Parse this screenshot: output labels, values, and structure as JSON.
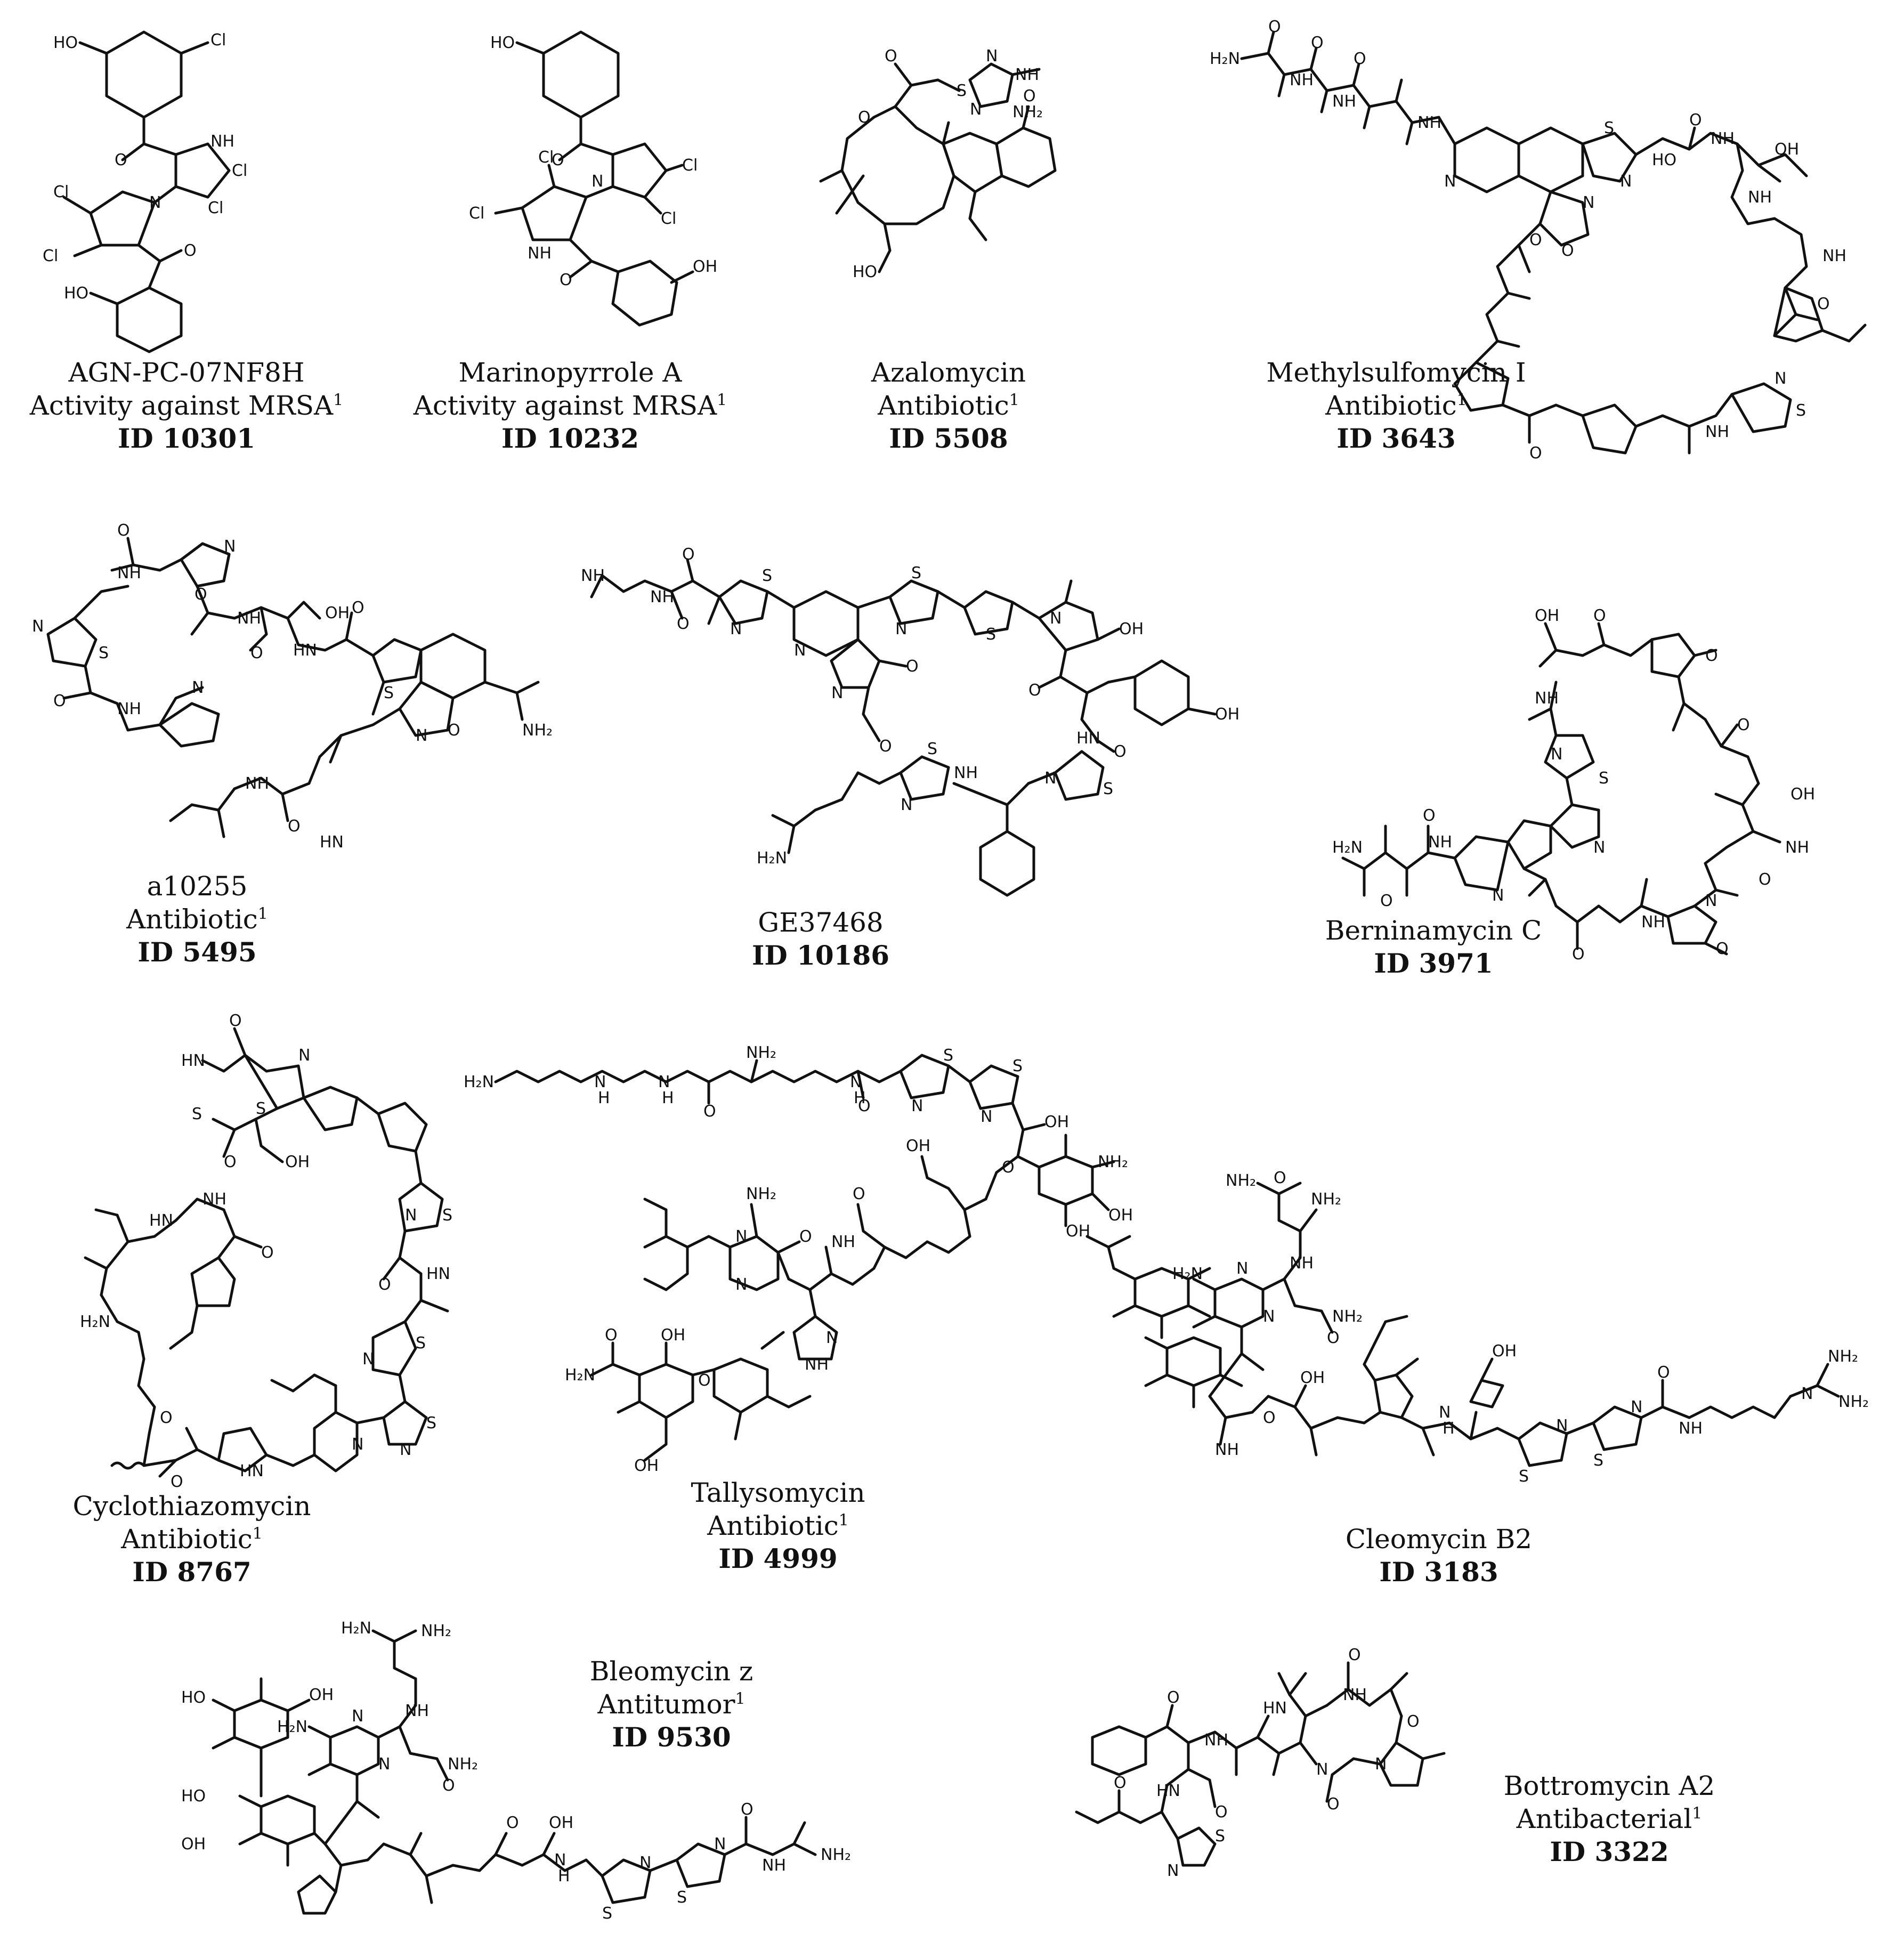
{
  "compounds": [
    {
      "name": "AGN-PC-07NF8H",
      "activity": "Activity against MRSA",
      "sup": "1",
      "id": "ID 10301",
      "atoms": [
        "HO",
        "Cl",
        "NH",
        "Cl",
        "Cl",
        "N",
        "Cl",
        "Cl",
        "O",
        "O",
        "HO"
      ]
    },
    {
      "name": "Marinopyrrole A",
      "activity": "Activity against MRSA",
      "sup": "1",
      "id": "ID 10232",
      "atoms": [
        "HO",
        "O",
        "Cl",
        "N",
        "Cl",
        "Cl",
        "Cl",
        "NH",
        "O",
        "OH"
      ]
    },
    {
      "name": "Azalomycin",
      "activity": "Antibiotic",
      "sup": "1",
      "id": "ID 5508",
      "atoms": [
        "O",
        "S",
        "N",
        "N",
        "NH",
        "NH₂",
        "O",
        "O",
        "HO"
      ]
    },
    {
      "name": "Methylsulfomycin I",
      "activity": "Antibiotic",
      "sup": "1",
      "id": "ID 3643",
      "atoms": [
        "H₂N",
        "O",
        "NH",
        "O",
        "NH",
        "O",
        "NH",
        "N",
        "S",
        "N",
        "O",
        "NH",
        "HO",
        "OH",
        "NH",
        "O",
        "N",
        "O",
        "NH",
        "O",
        "N",
        "S",
        "NH",
        "O"
      ]
    },
    {
      "name": "a10255",
      "activity": "Antibiotic",
      "sup": "1",
      "id": "ID 5495",
      "atoms": [
        "O",
        "NH",
        "N",
        "O",
        "NH",
        "OH",
        "N",
        "S",
        "O",
        "HN",
        "O",
        "NH",
        "N",
        "S",
        "O",
        "NH",
        "O",
        "N",
        "O",
        "HN",
        "NH₂"
      ]
    },
    {
      "name": "GE37468",
      "activity": "",
      "sup": "",
      "id": "ID 10186",
      "atoms": [
        "NH",
        "O",
        "NH",
        "O",
        "S",
        "N",
        "N",
        "S",
        "N",
        "S",
        "N",
        "OH",
        "N",
        "O",
        "O",
        "OH",
        "HN",
        "O",
        "S",
        "N",
        "NH",
        "N",
        "S",
        "O",
        "H₂N"
      ]
    },
    {
      "name": "Berninamycin C",
      "activity": "",
      "sup": "",
      "id": "ID 3971",
      "atoms": [
        "OH",
        "O",
        "NH",
        "N",
        "O",
        "H₂N",
        "O",
        "NH",
        "O",
        "N",
        "S",
        "N",
        "O",
        "NH",
        "O",
        "OH",
        "NH",
        "O",
        "N",
        "O"
      ]
    },
    {
      "name": "Cyclothiazomycin",
      "activity": "Antibiotic",
      "sup": "1",
      "id": "ID 8767",
      "atoms": [
        "O",
        "HN",
        "N",
        "S",
        "S",
        "OH",
        "O",
        "HN",
        "NH",
        "O",
        "N",
        "S",
        "HN",
        "O",
        "N",
        "S",
        "H₂N",
        "O",
        "N",
        "HN",
        "O",
        "N",
        "S"
      ]
    },
    {
      "name": "Tallysomycin",
      "activity": "Antibiotic",
      "sup": "1",
      "id": "ID 4999",
      "atoms": [
        "H₂N",
        "N",
        "H",
        "N",
        "H",
        "O",
        "NH₂",
        "O",
        "N",
        "H",
        "N",
        "S",
        "N",
        "S",
        "OH",
        "NH₂",
        "NH₂",
        "N",
        "N",
        "O",
        "NH",
        "O",
        "OH",
        "O",
        "OH",
        "OH",
        "N",
        "NH",
        "H₂N",
        "O",
        "OH",
        "O",
        "OH"
      ]
    },
    {
      "name": "Cleomycin B2",
      "activity": "",
      "sup": "",
      "id": "ID 3183",
      "atoms": [
        "O",
        "NH₂",
        "NH₂",
        "NH",
        "H₂N",
        "N",
        "N",
        "O",
        "NH₂",
        "OH",
        "O",
        "NH",
        "OH",
        "N",
        "H",
        "N",
        "S",
        "N",
        "S",
        "O",
        "NH",
        "NH₂",
        "N",
        "NH₂"
      ]
    },
    {
      "name": "Bleomycin z",
      "activity": "Antitumor",
      "sup": "1",
      "id": "ID 9530",
      "atoms": [
        "H₂N",
        "NH₂",
        "NH",
        "H₂N",
        "N",
        "N",
        "O",
        "NH₂",
        "HO",
        "OH",
        "HO",
        "OH",
        "O",
        "OH",
        "N",
        "H",
        "N",
        "S",
        "N",
        "S",
        "O",
        "NH",
        "NH₂"
      ]
    },
    {
      "name": "Bottromycin A2",
      "activity": "Antibacterial",
      "sup": "1",
      "id": "ID 3322",
      "atoms": [
        "O",
        "NH",
        "HN",
        "N",
        "O",
        "N",
        "O",
        "NH",
        "O",
        "HN",
        "O",
        "N",
        "S",
        "O"
      ]
    }
  ]
}
